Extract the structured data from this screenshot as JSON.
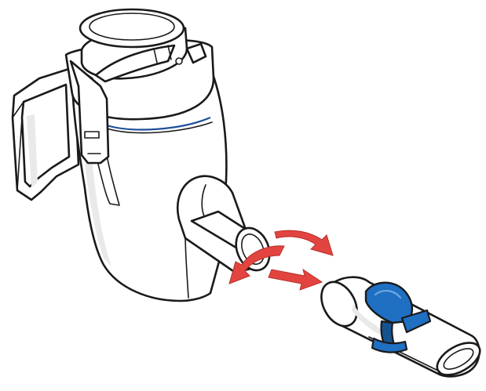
{
  "colors": {
    "line": "#1a1a1a",
    "fill": "#ffffff",
    "shade": "#e9e9e9",
    "arrow": "#e2443f",
    "arrow_shadow": "#b8302c",
    "valve_blue": "#1f6fc2",
    "valve_blue_dark": "#15528f",
    "band_blue": "#1f4f9a"
  },
  "parts": [
    {
      "name": "nebulizer-cup",
      "icon": "nebulizer-body-illustration"
    },
    {
      "name": "mouthpiece",
      "icon": "mouthpiece-with-valve-illustration"
    },
    {
      "name": "assembly-arrows",
      "icon": "red-connect-arrows"
    }
  ]
}
